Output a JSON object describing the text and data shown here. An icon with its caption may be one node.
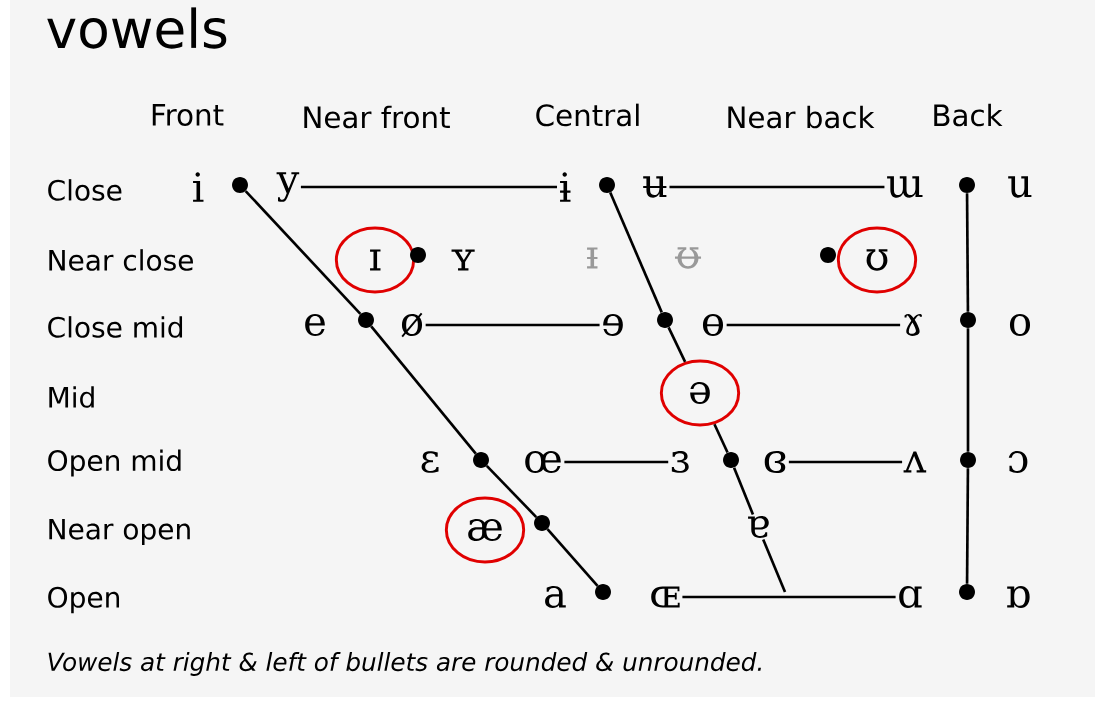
{
  "diagram": {
    "title": "vowels",
    "caption": "Vowels at right & left of bullets are rounded & unrounded.",
    "nodes": [
      {
        "text": [],
        "shape": "circle"
      },
      {
        "text": [
          "y"
        ]
      },
      {
        "text": [
          "ɨ"
        ]
      },
      {
        "text": [],
        "shape": "circle"
      },
      {
        "text": [
          "ʉ"
        ]
      },
      {
        "text": [
          "ɯ"
        ]
      },
      {
        "text": [],
        "shape": "circle"
      },
      {
        "text": [
          "ɪ"
        ]
      },
      {
        "text": [],
        "shape": "circle"
      },
      {
        "text": [],
        "shape": "circle"
      },
      {
        "text": [
          "ʊ"
        ]
      },
      {
        "text": [],
        "shape": "circle"
      },
      {
        "text": [
          "ø"
        ]
      },
      {
        "text": [
          "ɘ"
        ]
      },
      {
        "text": [],
        "shape": "circle"
      },
      {
        "text": [
          "ɵ"
        ]
      },
      {
        "text": [
          "ɤ"
        ]
      },
      {
        "text": [],
        "shape": "circle"
      },
      {
        "text": [
          "ə"
        ]
      },
      {
        "text": [],
        "shape": "circle"
      },
      {
        "text": [
          "œ"
        ]
      },
      {
        "text": [
          "ɜ"
        ]
      },
      {
        "text": [],
        "shape": "circle"
      },
      {
        "text": [
          "ɞ"
        ]
      },
      {
        "text": [
          "ʌ"
        ]
      },
      {
        "text": [],
        "shape": "circle"
      },
      {
        "text": [
          "æ"
        ]
      },
      {
        "text": [],
        "shape": "circle"
      },
      {
        "text": [
          "ɐ"
        ]
      },
      {
        "text": [],
        "shape": "circle"
      },
      {
        "text": [
          "ɶ"
        ]
      },
      {
        "text": [
          "ɑ"
        ]
      },
      {
        "text": [],
        "shape": "circle"
      }
    ],
    "edges": [
      {
        "from": 1,
        "to": 2,
        "arrow": "none"
      },
      {
        "from": 4,
        "to": 5,
        "arrow": "none"
      },
      {
        "from": 12,
        "to": 13,
        "arrow": "none"
      },
      {
        "from": 15,
        "to": 16,
        "arrow": "none"
      },
      {
        "from": 20,
        "to": 21,
        "arrow": "none"
      },
      {
        "from": 23,
        "to": 24,
        "arrow": "none"
      },
      {
        "from": 30,
        "to": 31,
        "arrow": "none"
      },
      {
        "from": 0,
        "to": 11,
        "arrow": "none"
      },
      {
        "from": 11,
        "to": 19,
        "arrow": "none"
      },
      {
        "from": 19,
        "to": 27,
        "arrow": "none"
      },
      {
        "from": 27,
        "to": 29,
        "arrow": "none"
      },
      {
        "from": 3,
        "to": 14,
        "arrow": "none"
      },
      {
        "from": 14,
        "to": 18,
        "arrow": "none"
      },
      {
        "from": 18,
        "to": 22,
        "arrow": "none"
      },
      {
        "from": 22,
        "to": 28,
        "arrow": "none"
      },
      {
        "from": 28,
        "to": null,
        "arrow": "none"
      },
      {
        "from": 6,
        "to": 17,
        "arrow": "none"
      },
      {
        "from": 17,
        "to": 25,
        "arrow": "none"
      },
      {
        "from": 25,
        "to": 32,
        "arrow": "none"
      }
    ],
    "labels": [
      "Front",
      "Near front",
      "Central",
      "Near back",
      "Back",
      "Close",
      "i",
      "u",
      "Near close",
      "ʏ",
      "ᵻ",
      "ᵿ",
      "Close mid",
      "e",
      "o",
      "Mid",
      "Open mid",
      "ɛ",
      "ɔ",
      "Near open",
      "Open",
      "a",
      "ɒ"
    ]
  }
}
